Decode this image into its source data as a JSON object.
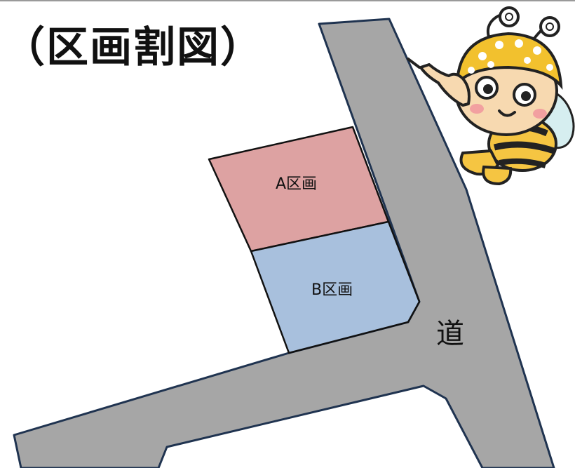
{
  "title": "（区画割図）",
  "lots": [
    {
      "label": "A区画",
      "fill": "#dda2a2"
    },
    {
      "label": "B区画",
      "fill": "#a8c0dd"
    }
  ],
  "road": {
    "label": "道",
    "fill": "#a6a6a6"
  },
  "outline_color": "#1f3350",
  "mascot": {
    "icon": "bee-mascot-pointing-icon"
  }
}
